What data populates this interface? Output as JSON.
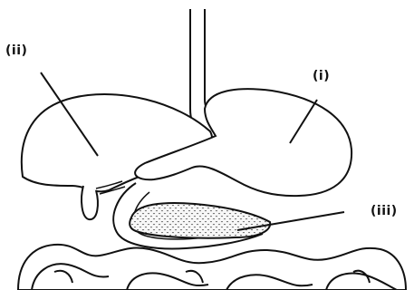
{
  "labels": {
    "liver": "(ii)",
    "stomach": "(i)",
    "pancreas": "(iii)"
  },
  "colors": {
    "outline": "#111111",
    "fill": "#ffffff",
    "texture": "#444444"
  }
}
